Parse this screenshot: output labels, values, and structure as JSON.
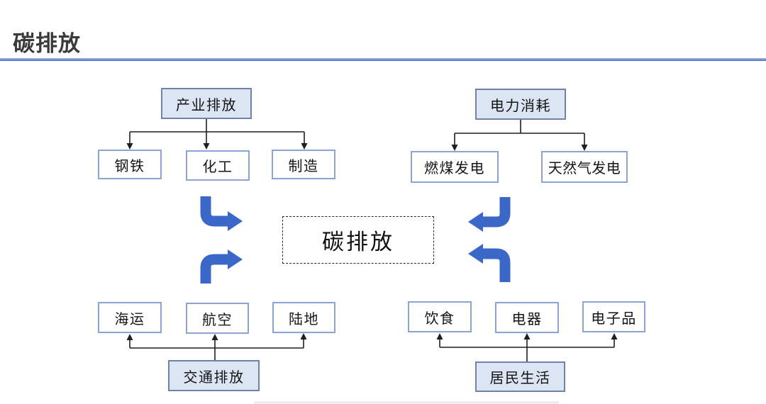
{
  "header": {
    "title": "碳排放"
  },
  "diagram": {
    "center_label": "碳排放",
    "groups": [
      {
        "name": "industry",
        "parent": "产业排放",
        "children": [
          "钢铁",
          "化工",
          "制造"
        ]
      },
      {
        "name": "power",
        "parent": "电力消耗",
        "children": [
          "燃煤发电",
          "天然气发电"
        ]
      },
      {
        "name": "transport",
        "parent": "交通排放",
        "children": [
          "海运",
          "航空",
          "陆地"
        ]
      },
      {
        "name": "residential",
        "parent": "居民生活",
        "children": [
          "饮食",
          "电器",
          "电子品"
        ]
      }
    ]
  },
  "colors": {
    "accent_rule": "#4a72c4",
    "arrow_blue": "#3a67c8",
    "parent_box_fill": "#dbe5f3",
    "parent_box_border": "#7081aa",
    "child_box_border": "#8ba4d4",
    "connector": "#1f1f1f"
  }
}
